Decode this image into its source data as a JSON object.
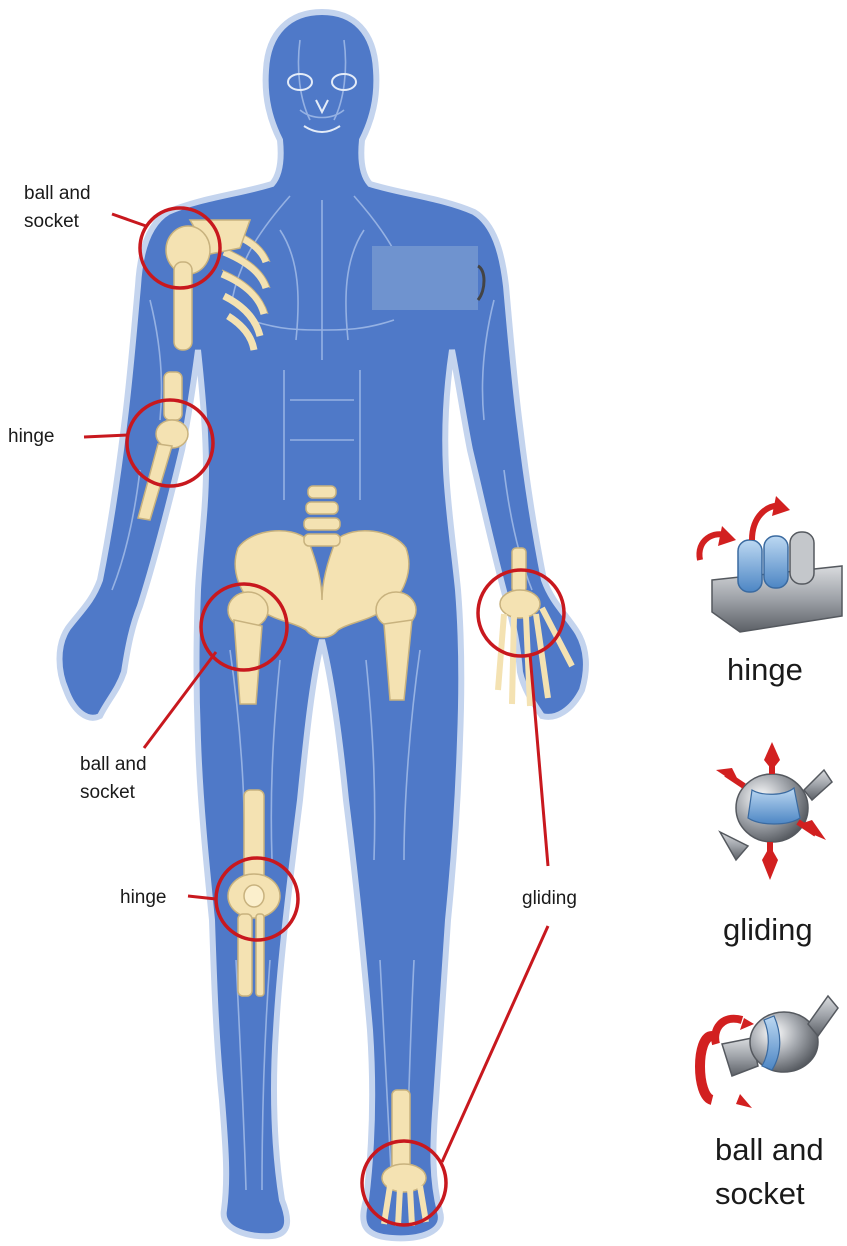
{
  "colors": {
    "body_fill": "#4f79c8",
    "body_outline": "#c4d4ee",
    "muscle_line": "#9db8e6",
    "bone": "#f4e2b2",
    "bone_outline": "#c8b27e",
    "ring": "#c8181e",
    "legend_metal": "#8e9298",
    "legend_blue": "#7fb0e0",
    "legend_arrow": "#d22020"
  },
  "callouts": [
    {
      "id": "shoulder",
      "line1": "ball and",
      "line2": "socket"
    },
    {
      "id": "elbow",
      "line1": "hinge",
      "line2": ""
    },
    {
      "id": "hip",
      "line1": "ball and",
      "line2": "socket"
    },
    {
      "id": "knee",
      "line1": "hinge",
      "line2": ""
    },
    {
      "id": "wrist-ankle",
      "line1": "gliding",
      "line2": ""
    }
  ],
  "legend": [
    {
      "id": "hinge",
      "icon": "hinge-joint-icon",
      "line1": "hinge",
      "line2": ""
    },
    {
      "id": "gliding",
      "icon": "gliding-joint-icon",
      "line1": "gliding",
      "line2": ""
    },
    {
      "id": "ball",
      "icon": "ball-and-socket-joint-icon",
      "line1": "ball and",
      "line2": "socket"
    }
  ]
}
